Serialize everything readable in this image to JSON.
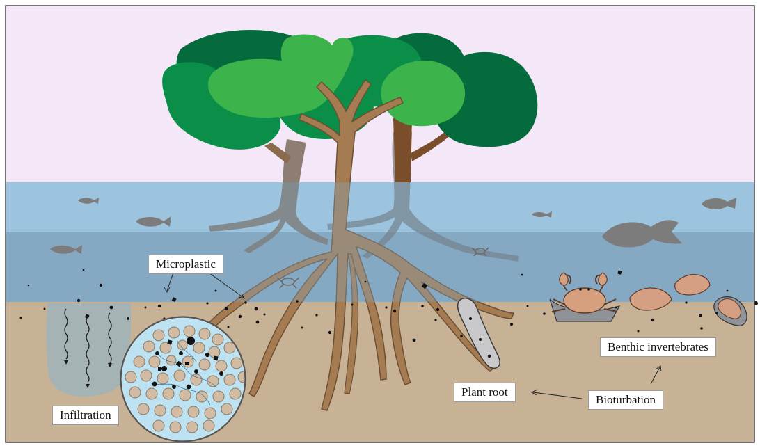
{
  "labels": {
    "microplastic": "Microplastic",
    "infiltration": "Infiltration",
    "plant_root": "Plant root",
    "bioturbation": "Bioturbation",
    "benthic_invertebrates": "Benthic invertebrates"
  },
  "colors": {
    "sky": "#f3e7f8",
    "water_upper": "#a9d3ee",
    "water_lower": "#86a9c3",
    "sediment": "#c7b296",
    "trunk": "#a57b52",
    "trunk_dark": "#7a5a3a",
    "foliage_dark": "#066b3c",
    "foliage_mid": "#0b8e47",
    "foliage_light": "#3cb44b",
    "fish": "#7c7c7c",
    "crab": "#d6a07f",
    "clam": "#d59f84",
    "microplastic": "#111111",
    "infiltration_zone": "#a6b3b4",
    "pore_water": "#bde3f2",
    "grain": "#d1bca3"
  }
}
